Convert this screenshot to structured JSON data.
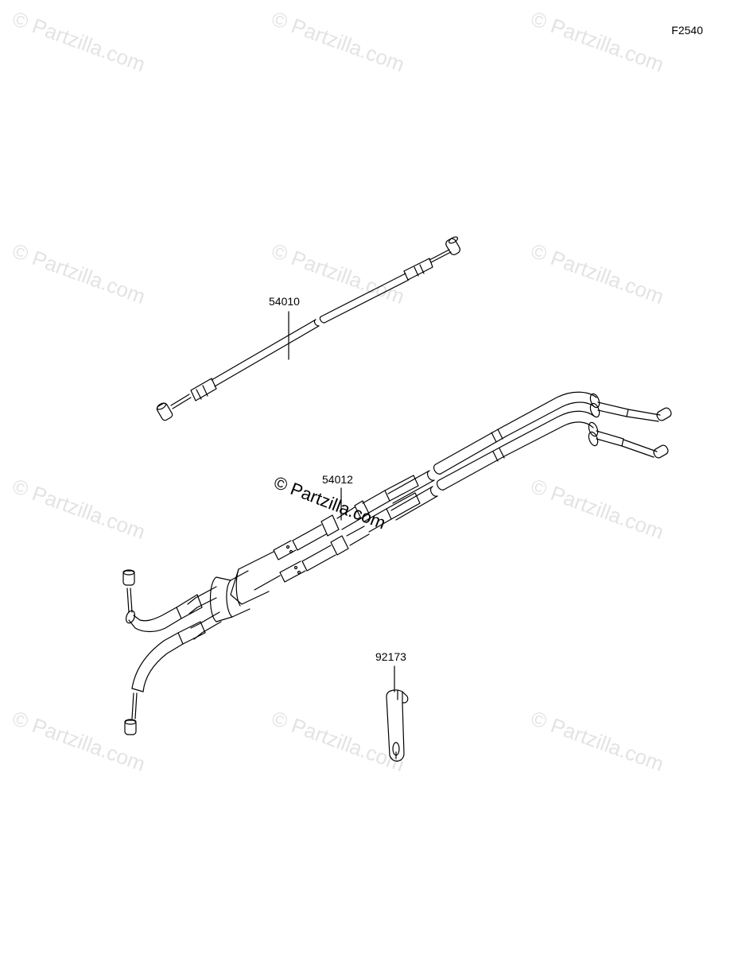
{
  "figure_code": "F2540",
  "watermark": "© Partzilla.com",
  "parts": [
    {
      "number": "54010"
    },
    {
      "number": "54012"
    },
    {
      "number": "92173"
    }
  ]
}
